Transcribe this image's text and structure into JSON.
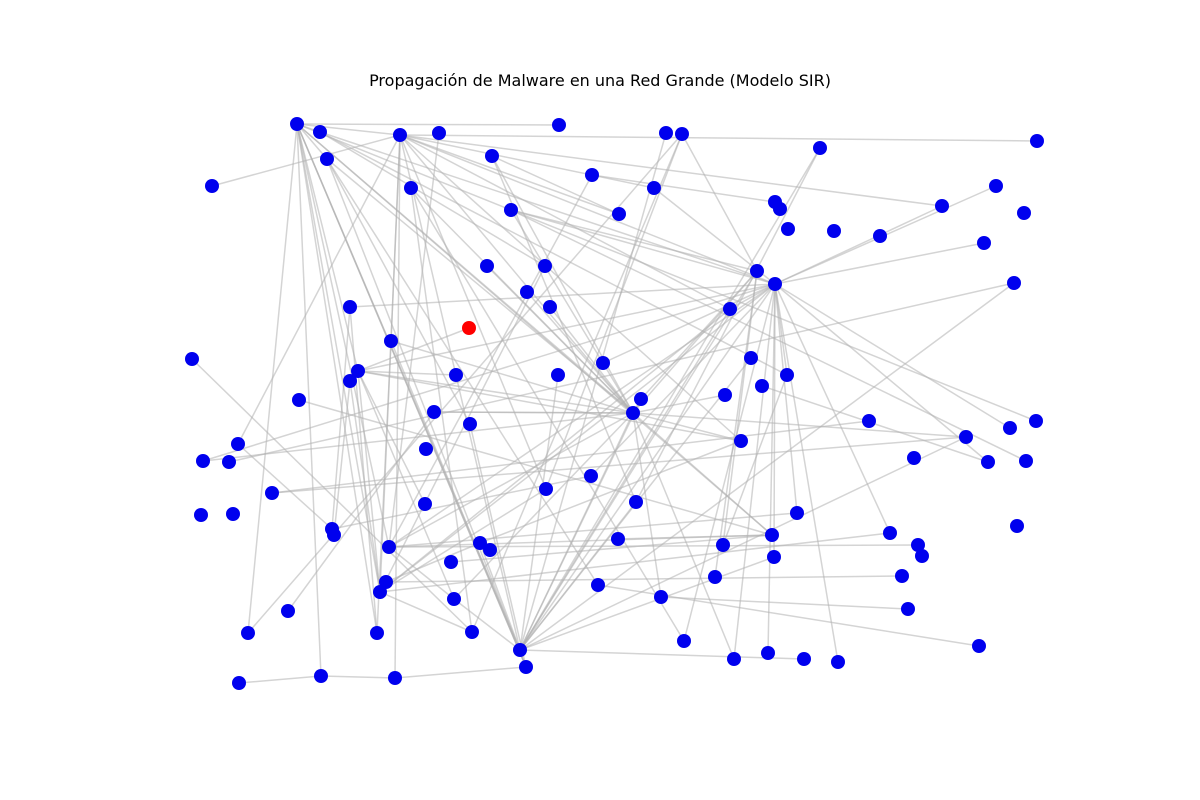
{
  "figure": {
    "title": "Propagación de Malware en una Red Grande (Modelo SIR)"
  },
  "legend_colors": {
    "susceptible": "#0000ee",
    "infected": "#ff0000",
    "edge": "#b0b0b0"
  },
  "node_count": 120,
  "infected_count": 1
}
